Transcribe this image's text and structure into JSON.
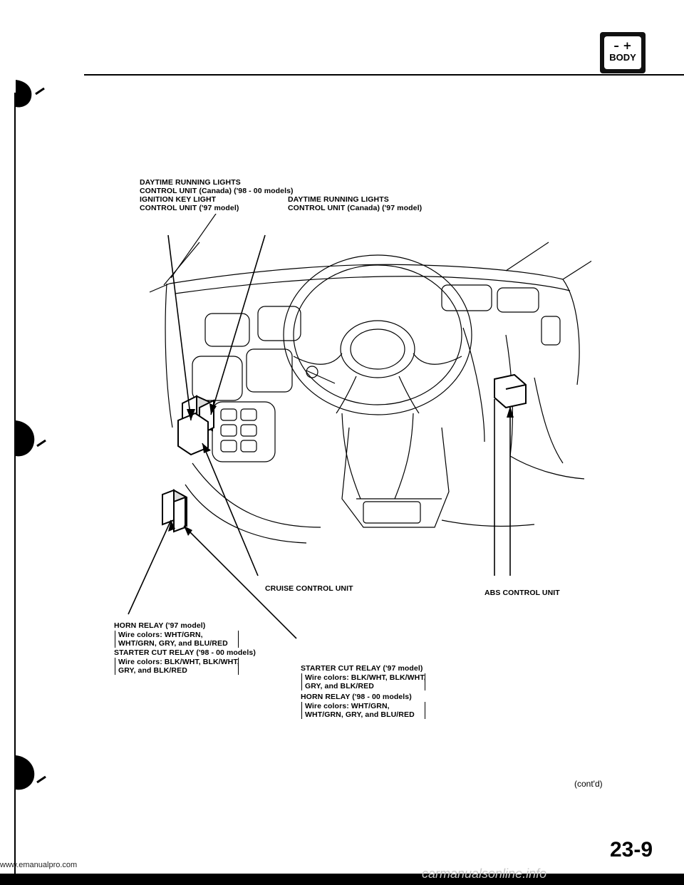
{
  "header": {
    "badge_symbols": "– +",
    "badge_text": "BODY"
  },
  "labels": {
    "drl_unit_98_00": "DAYTIME RUNNING LIGHTS\nCONTROL UNIT (Canada) ('98 - 00 models)\nIGNITION KEY LIGHT\nCONTROL UNIT ('97 model)",
    "drl_unit_97": "DAYTIME RUNNING LIGHTS\nCONTROL UNIT (Canada) ('97 model)",
    "cruise_unit": "CRUISE CONTROL UNIT",
    "abs_unit": "ABS CONTROL UNIT",
    "horn_relay_97_title": "HORN RELAY ('97 model)",
    "horn_relay_97_wires": "Wire colors: WHT/GRN,\nWHT/GRN, GRY, and BLU/RED",
    "starter_relay_98_title": "STARTER CUT RELAY ('98 - 00 models)",
    "starter_relay_98_wires": "Wire colors: BLK/WHT, BLK/WHT,\nGRY, and BLK/RED",
    "starter_relay_97_title": "STARTER CUT RELAY ('97 model)",
    "starter_relay_97_wires": "Wire colors: BLK/WHT, BLK/WHT,\nGRY, and BLK/RED",
    "horn_relay_98_title": "HORN RELAY ('98 - 00 models)",
    "horn_relay_98_wires": "Wire colors: WHT/GRN,\nWHT/GRN, GRY, and BLU/RED"
  },
  "footer": {
    "cont": "(cont'd)",
    "page_number": "23-9",
    "url": "www.emanualpro.com",
    "watermark": "carmanualsonline.info"
  }
}
